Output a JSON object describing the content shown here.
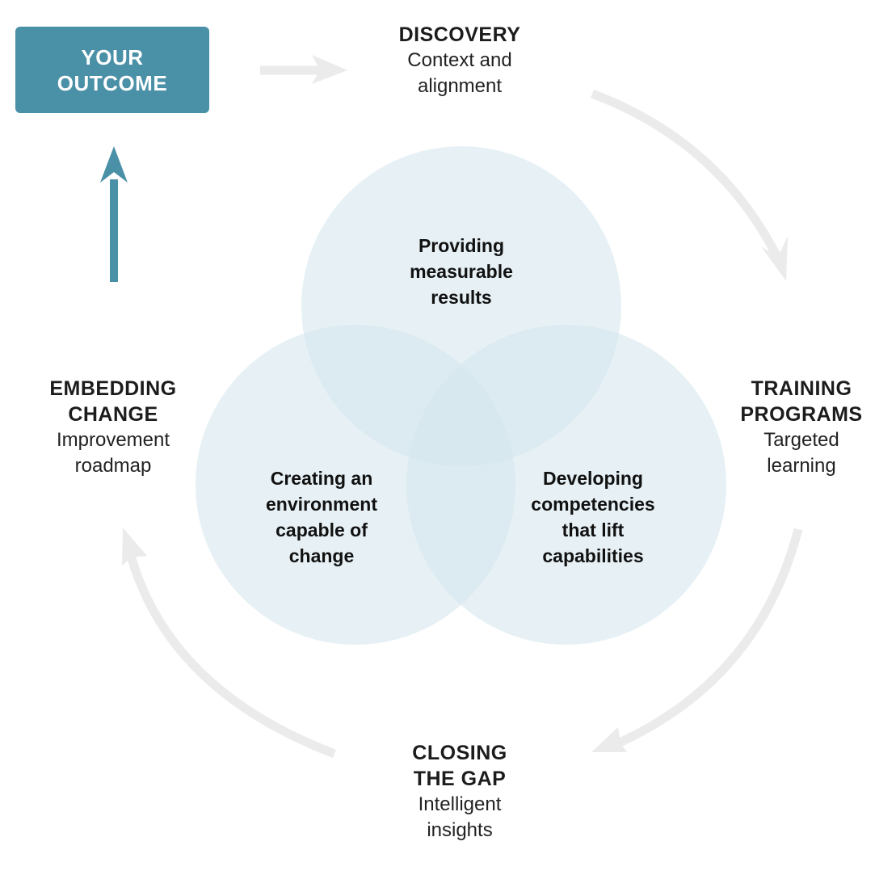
{
  "outcome": {
    "lines": [
      "YOUR",
      "OUTCOME"
    ],
    "color": "#4a90a6"
  },
  "stages": [
    {
      "id": "discovery",
      "title_lines": [
        "DISCOVERY"
      ],
      "sub_lines": [
        "Context and",
        "alignment"
      ]
    },
    {
      "id": "training-programs",
      "title_lines": [
        "TRAINING",
        "PROGRAMS"
      ],
      "sub_lines": [
        "Targeted",
        "learning"
      ]
    },
    {
      "id": "closing-the-gap",
      "title_lines": [
        "CLOSING",
        "THE GAP"
      ],
      "sub_lines": [
        "Intelligent",
        "insights"
      ]
    },
    {
      "id": "embedding-change",
      "title_lines": [
        "EMBEDDING",
        "CHANGE"
      ],
      "sub_lines": [
        "Improvement",
        "roadmap"
      ]
    }
  ],
  "venn": {
    "circle_color": "#d4e6ed",
    "circles": [
      {
        "id": "measurable-results",
        "lines": [
          "Providing",
          "measurable",
          "results"
        ]
      },
      {
        "id": "environment-change",
        "lines": [
          "Creating an",
          "environment",
          "capable of",
          "change"
        ]
      },
      {
        "id": "developing-competencies",
        "lines": [
          "Developing",
          "competencies",
          "that lift",
          "capabilities"
        ]
      }
    ]
  },
  "arrows": {
    "cycle_color": "#ebebeb",
    "outcome_arrow_color": "#4a90a6"
  }
}
